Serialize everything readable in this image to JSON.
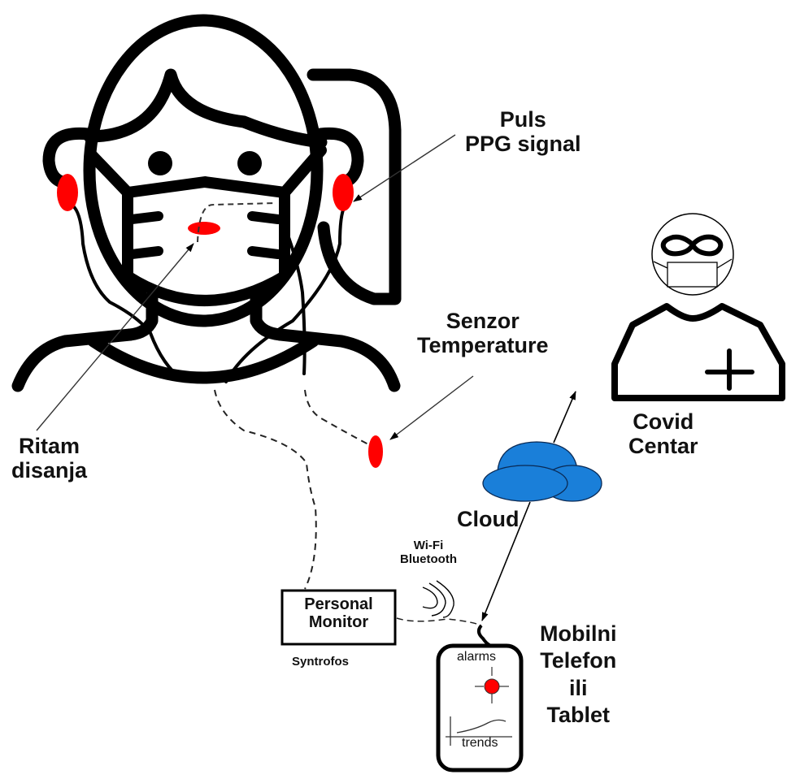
{
  "diagram": {
    "colors": {
      "stroke": "#000000",
      "sensor": "#ff0000",
      "cloud": "#1a7fd9",
      "background": "#ffffff"
    },
    "labels": {
      "pulse_line1": "Puls",
      "pulse_line2": "PPG signal",
      "temp_line1": "Senzor",
      "temp_line2": "Temperature",
      "breath_line1": "Ritam",
      "breath_line2": "disanja",
      "covid_line1": "Covid",
      "covid_line2": "Centar",
      "cloud": "Cloud",
      "wireless_line1": "Wi-Fi",
      "wireless_line2": "Bluetooth",
      "monitor_line1": "Personal",
      "monitor_line2": "Monitor",
      "monitor_caption": "Syntrofos",
      "mobile_line1": "Mobilni",
      "mobile_line2": "Telefon",
      "mobile_line3": "ili",
      "mobile_line4": "Tablet",
      "phone_alarms": "alarms",
      "phone_trends": "trends"
    },
    "nodes": [
      {
        "id": "patient",
        "label": "Patient with mask"
      },
      {
        "id": "ear-sensor-left",
        "type": "sensor"
      },
      {
        "id": "ear-sensor-right",
        "type": "sensor",
        "measures": "Puls PPG signal"
      },
      {
        "id": "breath-sensor",
        "type": "sensor",
        "measures": "Ritam disanja"
      },
      {
        "id": "temp-sensor",
        "type": "sensor",
        "measures": "Senzor Temperature"
      },
      {
        "id": "personal-monitor",
        "label": "Personal Monitor"
      },
      {
        "id": "cloud",
        "label": "Cloud"
      },
      {
        "id": "mobile-device",
        "label": "Mobilni Telefon ili Tablet"
      },
      {
        "id": "covid-center",
        "label": "Covid Centar"
      }
    ],
    "edges": [
      {
        "from": "patient",
        "to": "personal-monitor",
        "style": "dashed"
      },
      {
        "from": "personal-monitor",
        "to": "mobile-device",
        "style": "dashed",
        "via": "Wi-Fi / Bluetooth"
      },
      {
        "from": "mobile-device",
        "to": "cloud",
        "style": "bidirectional-arrow"
      },
      {
        "from": "cloud",
        "to": "covid-center",
        "style": "arrow"
      }
    ]
  }
}
